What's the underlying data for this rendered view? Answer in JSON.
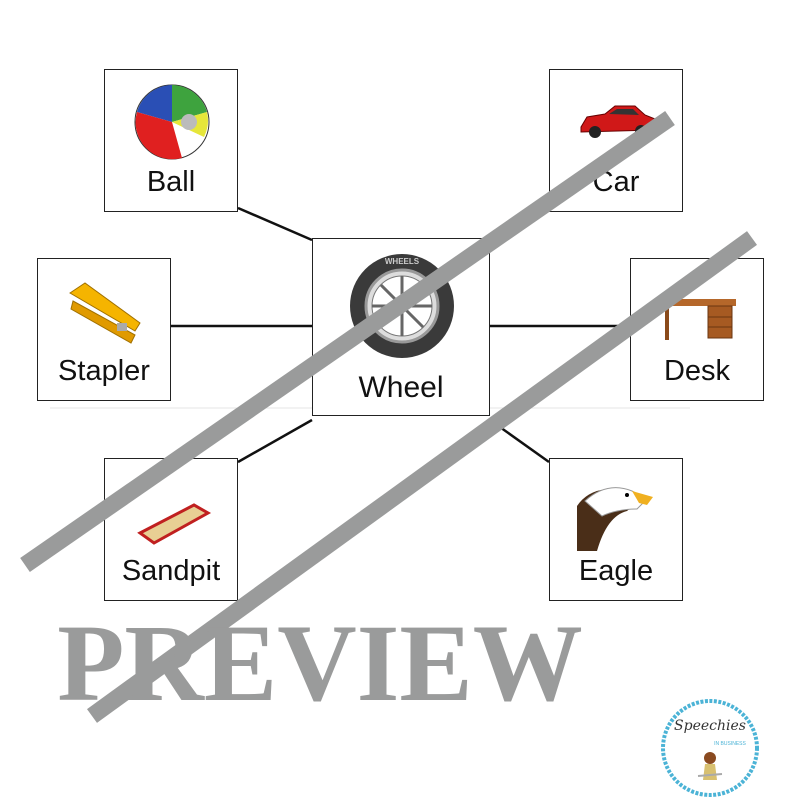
{
  "center": {
    "label": "Wheel",
    "icon": "wheel-icon",
    "tire_text": "WHEELS"
  },
  "items": [
    {
      "label": "Ball",
      "icon": "beach-ball-icon"
    },
    {
      "label": "Car",
      "icon": "car-icon"
    },
    {
      "label": "Stapler",
      "icon": "stapler-icon"
    },
    {
      "label": "Desk",
      "icon": "desk-icon"
    },
    {
      "label": "Sandpit",
      "icon": "sandpit-icon"
    },
    {
      "label": "Eagle",
      "icon": "eagle-icon"
    }
  ],
  "watermark": {
    "text": "PREVIEW",
    "color": "#9a9b9b"
  },
  "logo": {
    "text": "Speechies",
    "subtext": "IN BUSINESS",
    "color": "#4bb3d6"
  }
}
